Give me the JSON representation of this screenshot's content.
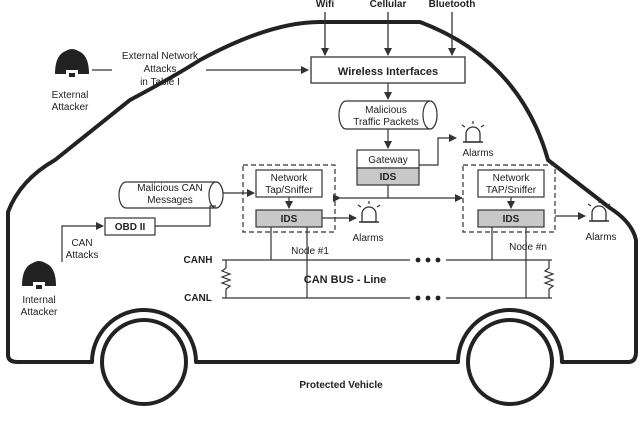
{
  "top_labels": {
    "wifi": "Wifi",
    "cellular": "Cellular",
    "bluetooth": "Bluetooth"
  },
  "external_attacker": {
    "label_line1": "External",
    "label_line2": "Attacker"
  },
  "external_attacks": {
    "line1": "External Network",
    "line2": "Attacks",
    "line3": "in Table I"
  },
  "wireless_interfaces": "Wireless Interfaces",
  "malicious_packets": {
    "line1": "Malicious",
    "line2": "Traffic Packets"
  },
  "gateway": {
    "label": "Gateway",
    "ids": "IDS"
  },
  "alarms_label": "Alarms",
  "malicious_can": {
    "line1": "Malicious CAN",
    "line2": "Messages"
  },
  "tap_left": {
    "line1": "Network",
    "line2": "Tap/Sniffer",
    "ids": "IDS"
  },
  "tap_right": {
    "line1": "Network",
    "line2": "TAP/Sniffer",
    "ids": "IDS"
  },
  "obd": "OBD II",
  "can_attacks": {
    "line1": "CAN",
    "line2": "Attacks"
  },
  "internal_attacker": {
    "label_line1": "Internal",
    "label_line2": "Attacker"
  },
  "canh": "CANH",
  "canl": "CANL",
  "node1": "Node #1",
  "noden": "Node #n",
  "can_bus": "CAN BUS - Line",
  "footer": "Protected Vehicle",
  "colors": {
    "ids_fill": "#c8c8c8",
    "line": "#333333",
    "car_outline": "#222222"
  }
}
